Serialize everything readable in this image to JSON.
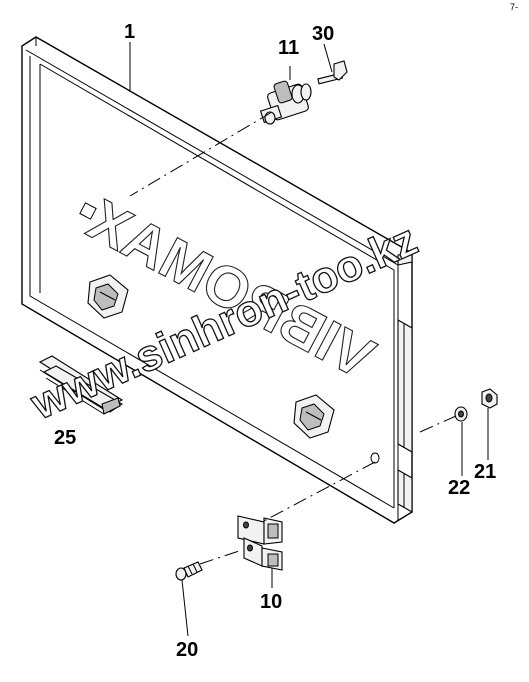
{
  "corner_mark": "7-",
  "panel_logo": "VIBROMAX",
  "watermark": "www.sinhron-too.kz",
  "callouts": {
    "panel": "1",
    "lock": "11",
    "key": "30",
    "strip": "25",
    "nut_washer": "22",
    "nut": "21",
    "hinge": "10",
    "screw": "20"
  }
}
